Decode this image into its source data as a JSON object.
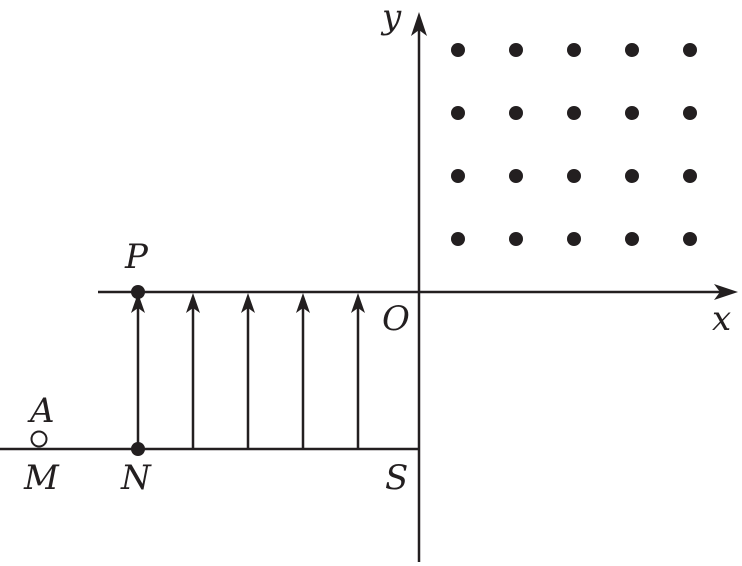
{
  "colors": {
    "ink": "#231f20",
    "background": "#ffffff"
  },
  "labels": {
    "y_axis": "y",
    "x_axis": "x",
    "origin": "O",
    "point_p": "P",
    "point_n": "N",
    "point_s": "S",
    "point_a": "A",
    "point_m": "M"
  },
  "field_dots": {
    "rows": 4,
    "cols": 5
  },
  "field_arrows": {
    "count": 5
  }
}
